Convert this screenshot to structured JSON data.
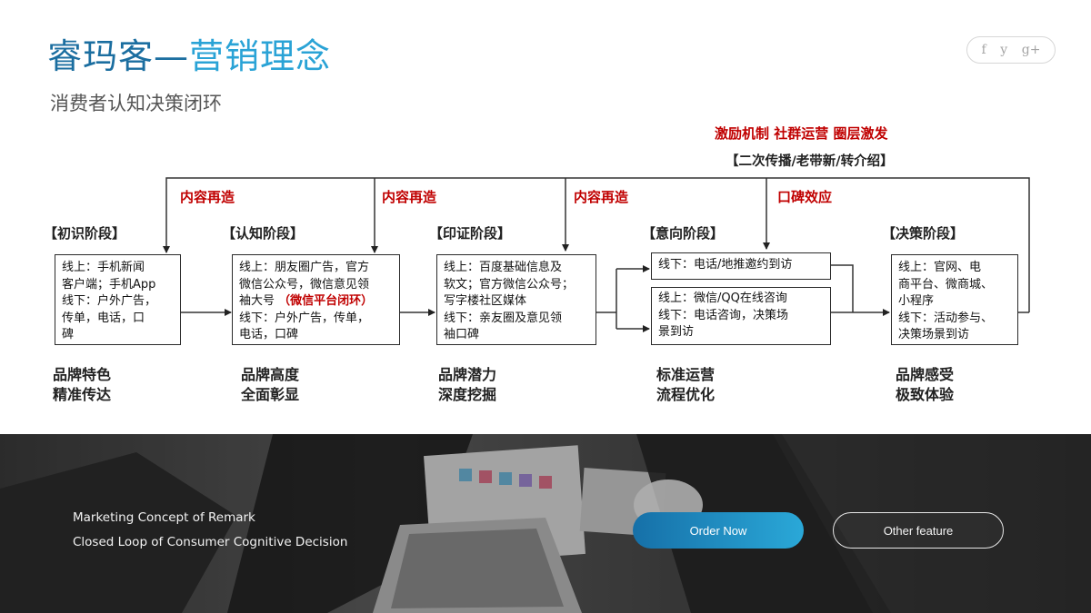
{
  "header": {
    "title_brand": "睿玛客—",
    "title_topic": "营销理念",
    "subtitle": "消费者认知决策闭环"
  },
  "social": [
    {
      "icon": "facebook-icon",
      "glyph": "f"
    },
    {
      "icon": "twitter-icon",
      "glyph": "y"
    },
    {
      "icon": "google-plus-icon",
      "glyph": "g+"
    }
  ],
  "diagram": {
    "top_labels": {
      "incentives": "激励机制   社群运营   圈层激发",
      "secondary": "【二次传播/老带新/转介绍】",
      "content_1": "内容再造",
      "content_2": "内容再造",
      "content_3": "内容再造",
      "word_of_mouth": "口碑效应"
    },
    "stages": [
      {
        "title": "【初识阶段】",
        "lines": [
          "线上：手机新闻",
          "客户端；手机App",
          "线下：户外广告，",
          "传单，电话，口",
          "碑"
        ],
        "value": [
          "品牌特色",
          "精准传达"
        ]
      },
      {
        "title": "【认知阶段】",
        "lines": [
          "线上：朋友圈广告，官方",
          "微信公众号，微信意见领",
          "袖大号"
        ],
        "highlight": "（微信平台闭环）",
        "lines_after": [
          "线下：户外广告，传单，",
          "电话，口碑"
        ],
        "value": [
          "品牌高度",
          "全面彰显"
        ]
      },
      {
        "title": "【印证阶段】",
        "lines": [
          "线上：百度基础信息及",
          "软文；官方微信公众号；",
          "写字楼社区媒体",
          "线下：亲友圈及意见领",
          "袖口碑"
        ],
        "value": [
          "品牌潜力",
          "深度挖掘"
        ]
      },
      {
        "title": "【意向阶段】",
        "box_a": [
          "线下：电话/地推邀约到访"
        ],
        "box_b": [
          "线上：微信/QQ在线咨询",
          "线下：电话咨询，决策场",
          "景到访"
        ],
        "value": [
          "标准运营",
          "流程优化"
        ]
      },
      {
        "title": "【决策阶段】",
        "lines": [
          "线上：官网、电",
          "商平台、微商城、",
          "小程序",
          "线下：活动参与、",
          "决策场景到访"
        ],
        "value": [
          "品牌感受",
          "极致体验"
        ]
      }
    ]
  },
  "footer": {
    "caption_1": "Marketing Concept of Remark",
    "caption_2": "Closed Loop of Consumer Cognitive Decision",
    "order_button": "Order Now",
    "other_button": "Other feature"
  }
}
